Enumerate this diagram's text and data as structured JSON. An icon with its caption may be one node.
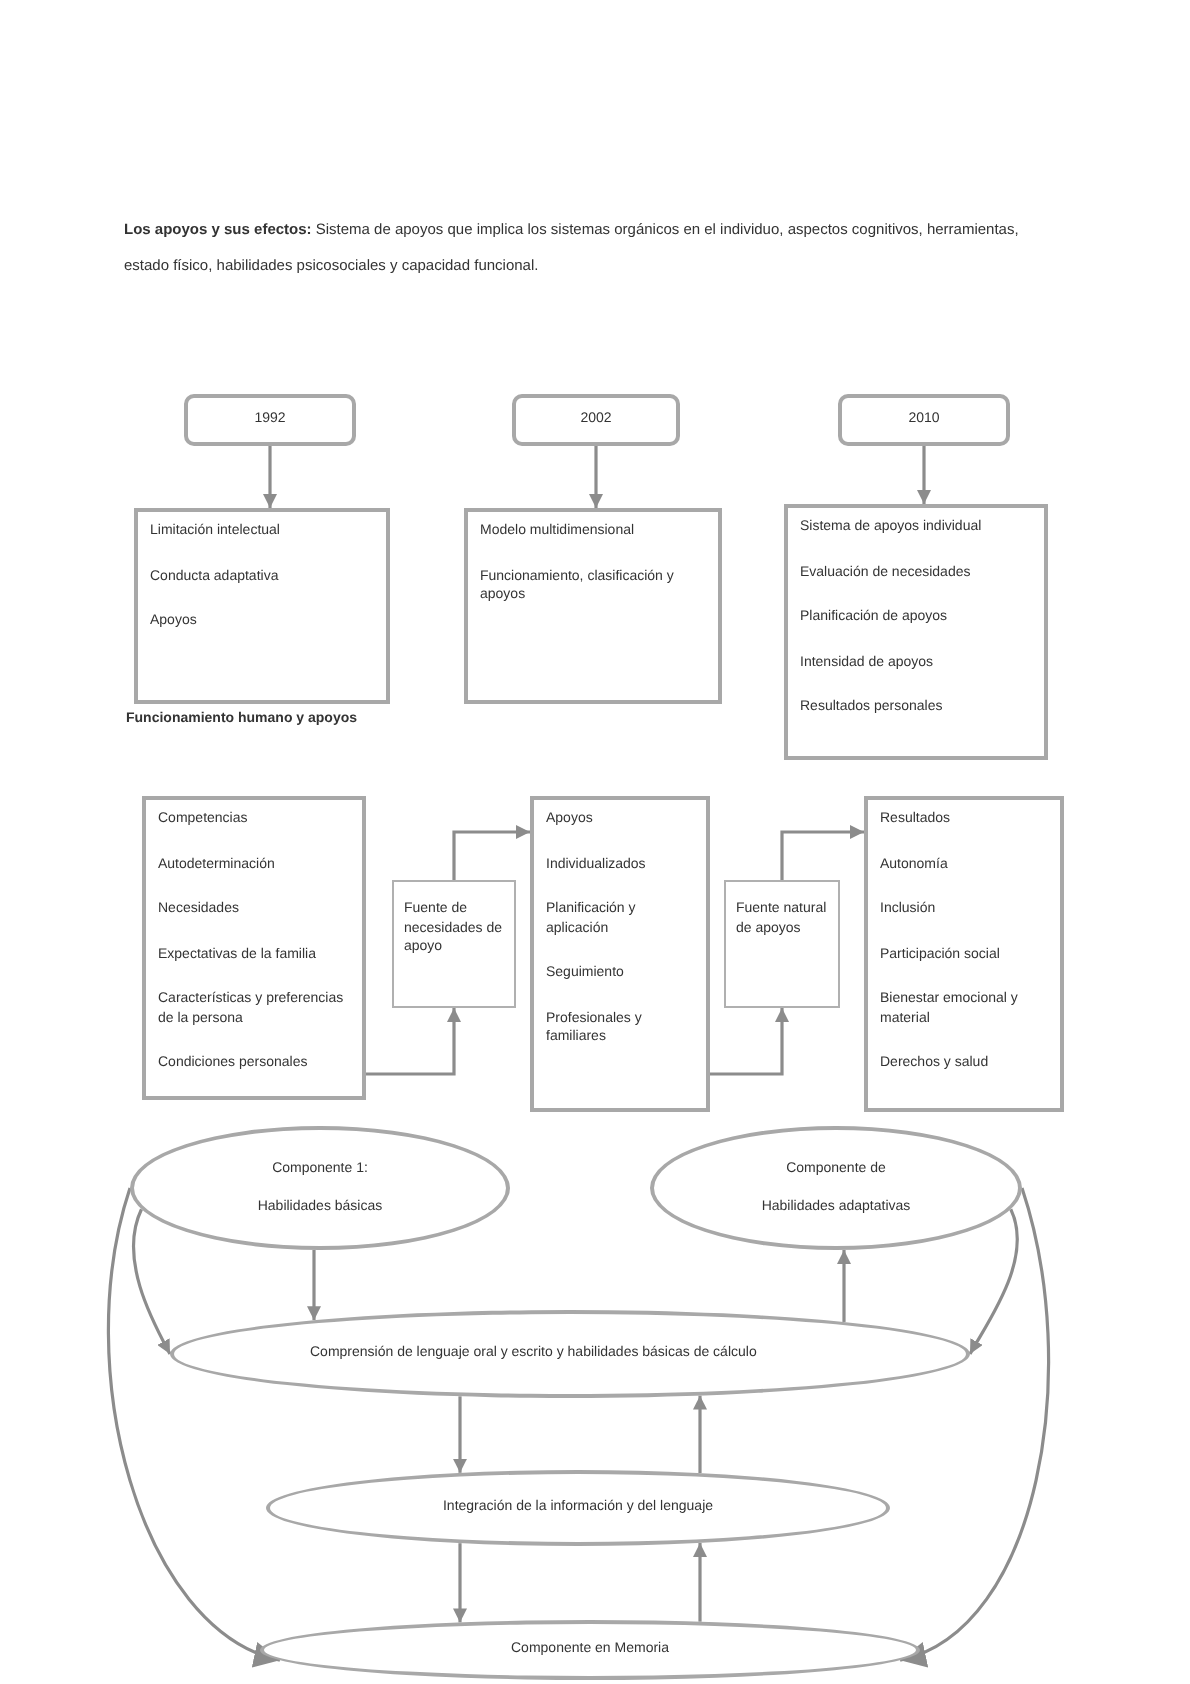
{
  "diagram": {
    "nodes": [
      {
        "text": [
          "1992"
        ]
      },
      {
        "text": [
          "2002"
        ]
      },
      {
        "text": [
          "2010"
        ]
      },
      {
        "text": [
          "Limitación intelectual",
          "Conducta adaptativa",
          "Apoyos"
        ],
        "beside": [
          "Funcionamiento humano y apoyos"
        ]
      },
      {
        "text": [
          "Modelo multidimensional",
          "Funcionamiento, clasificación y apoyos"
        ]
      },
      {
        "text": [
          "Sistema de apoyos individual",
          "Evaluación de necesidades",
          "Planificación de apoyos",
          "Intensidad de apoyos",
          "Resultados personales"
        ]
      },
      {
        "text": [
          "Competencias",
          "Autodeterminación",
          "Necesidades",
          "Expectativas de la familia",
          "Características y preferencias de la persona",
          "Condiciones personales"
        ]
      },
      {
        "text": [
          "Fuente de necesidades de apoyo"
        ]
      },
      {
        "text": [
          "Apoyos",
          "Individualizados",
          "Planificación y aplicación",
          "Seguimiento",
          "Profesionales y familiares"
        ]
      },
      {
        "text": [
          "Fuente natural de apoyos"
        ]
      },
      {
        "text": [
          "Resultados",
          "Autonomía",
          "Inclusión",
          "Participación social",
          "Bienestar emocional y material",
          "Derechos y salud"
        ]
      },
      {
        "text": [
          "Componente 1:",
          "Habilidades básicas"
        ]
      },
      {
        "text": [
          "Componente de",
          "Habilidades adaptativas"
        ]
      },
      {
        "text": [
          "Comprensión de lenguaje oral y escrito y habilidades básicas de cálculo"
        ]
      },
      {
        "text": [
          "Integración de la información y del lenguaje"
        ]
      },
      {
        "text": [
          "Componente en Memoria"
        ]
      }
    ],
    "edges": [
      {
        "from": 0,
        "to": 3,
        "arrow": "to"
      },
      {
        "from": 1,
        "to": 4,
        "arrow": "to"
      },
      {
        "from": 2,
        "to": 5,
        "arrow": "to"
      },
      {
        "from": 6,
        "to": 7,
        "arrow": "to"
      },
      {
        "from": 7,
        "to": 8,
        "arrow": "to"
      },
      {
        "from": 8,
        "to": 9,
        "arrow": "to"
      },
      {
        "from": 9,
        "to": 10,
        "arrow": "to"
      },
      {
        "from": 11,
        "to": 13,
        "arrow": "to"
      },
      {
        "from": 13,
        "to": 12,
        "arrow": "to"
      },
      {
        "from": 13,
        "to": 14,
        "arrow": "to"
      },
      {
        "from": 14,
        "to": 13,
        "arrow": "to"
      },
      {
        "from": 14,
        "to": 15,
        "arrow": "to"
      },
      {
        "from": 15,
        "to": 14,
        "arrow": "to"
      },
      {
        "from": 11,
        "to": 13,
        "arrow": "to"
      },
      {
        "from": 12,
        "to": 13,
        "arrow": "to"
      },
      {
        "from": 11,
        "to": 15,
        "arrow": "to"
      },
      {
        "from": 12,
        "to": 15,
        "arrow": "to"
      }
    ],
    "labels": [
      "**Los apoyos y sus efectos:** Sistema de apoyos que implica los sistemas orgánicos en el individuo, aspectos cognitivos, herramientas, estado físico, habilidades psicosociales y capacidad funcional."
    ]
  }
}
